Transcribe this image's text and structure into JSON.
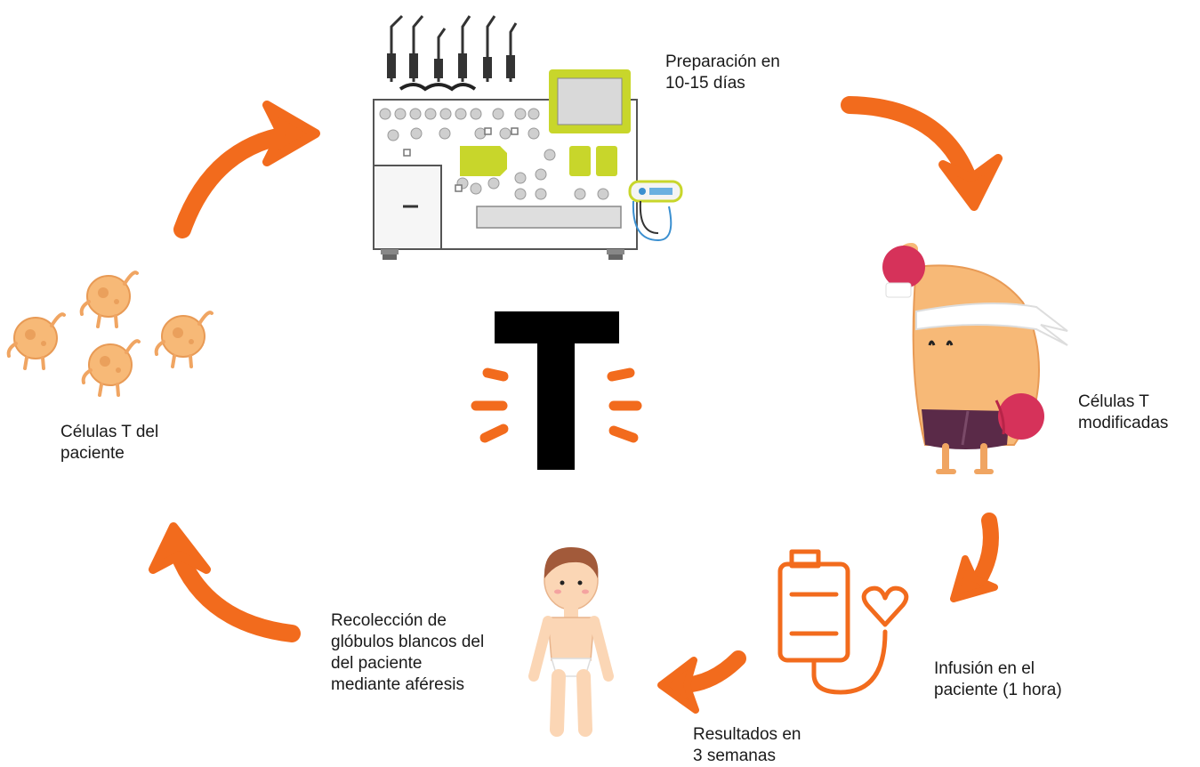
{
  "labels": {
    "preparation": "Preparación en\n10-15 días",
    "modified_cells": "Células T\nmodificadas",
    "infusion": "Infusión en el\npaciente (1 hora)",
    "results": "Resultados en\n3 semanas",
    "collection": "Recolección de\nglóbulos blancos del\ndel paciente\nmediante aféresis",
    "patient_cells": "Células T del\npaciente"
  },
  "center_letter": "T",
  "colors": {
    "arrow": "#f26b1d",
    "cell": "#f7b977",
    "machine_accent": "#c8d62b",
    "glove": "#d6325a",
    "shorts": "#5a2a48",
    "text": "#1a1a1a"
  }
}
